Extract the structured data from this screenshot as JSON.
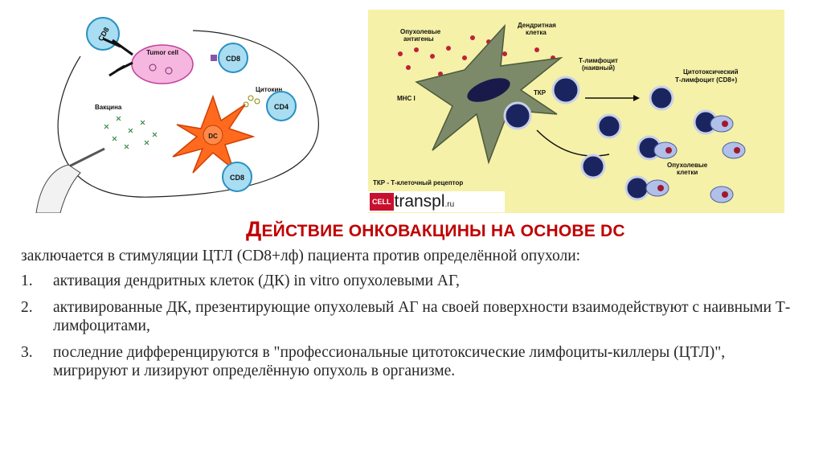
{
  "left_figure": {
    "labels": {
      "cd8_top": "CD8",
      "tumor_cell": "Tumor cell",
      "cd8_right": "CD8",
      "cytokine": "Цитокин",
      "cd4": "CD4",
      "vaccine": "Вакцина",
      "dc": "DC",
      "cd8_bottom": "CD8"
    }
  },
  "right_figure": {
    "labels": {
      "tumor_antigens_1": "Опухолевые",
      "tumor_antigens_2": "антигены",
      "dendritic_cell_1": "Дендритная",
      "dendritic_cell_2": "клетка",
      "t_lymph_1": "Т-лимфоцит",
      "t_lymph_2": "(наивный)",
      "cytotoxic_1": "Цитотоксический",
      "cytotoxic_2": "Т-лимфоцит (CD8+)",
      "mhc": "МНС I",
      "tcr": "ТКР",
      "tumor_cells_1": "Опухолевые",
      "tumor_cells_2": "клетки",
      "legend": "ТКР - Т-клеточный рецептор"
    }
  },
  "logo": {
    "cell": "CELL",
    "main": "transpl",
    "domain": ".ru"
  },
  "title": {
    "first_letter": "Д",
    "rest": "ЕЙСТВИЕ ОНКОВАКЦИНЫ НА ОСНОВЕ DC"
  },
  "intro": "заключается в стимуляции ЦТЛ (CD8+лф)  пациента против определённой опухоли:",
  "items": [
    {
      "num": "1.",
      "text": "активация дендритных клеток (ДК) in vitro опухолевыми АГ,"
    },
    {
      "num": "2.",
      "text": "активированные ДК, презентирующие опухолевый АГ на своей поверхности взаимодействуют с наивными Т-лимфоцитами,"
    },
    {
      "num": "3.",
      "text": "последние дифференцируются в \"профессиональные цитотоксические лимфоциты-киллеры (ЦТЛ)\", мигрируют и лизируют определённую опухоль в организме."
    }
  ]
}
